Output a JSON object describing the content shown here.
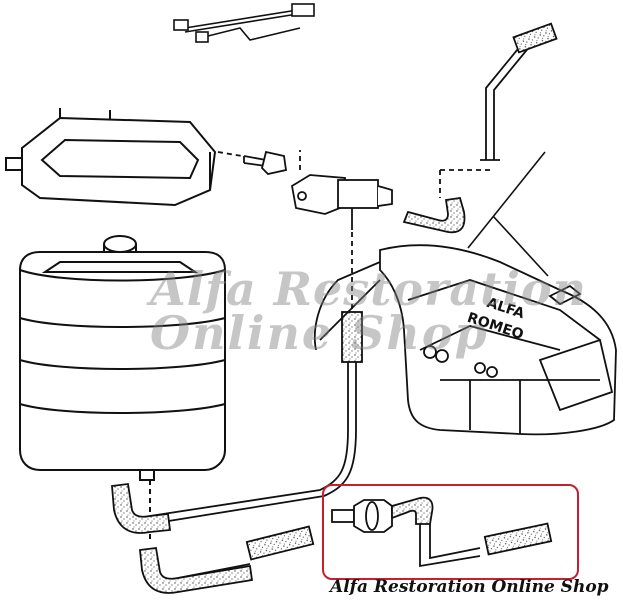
{
  "watermark": {
    "line1": "Alfa Restoration",
    "line2": "Online Shop"
  },
  "engine_badge": {
    "line1": "ALFA",
    "line2": "ROMEO"
  },
  "footer_credit": "Alfa Restoration Online Shop",
  "colors": {
    "line": "#111111",
    "highlight": "#c62030",
    "watermark": "#808080",
    "hose_texture": "#555555"
  }
}
